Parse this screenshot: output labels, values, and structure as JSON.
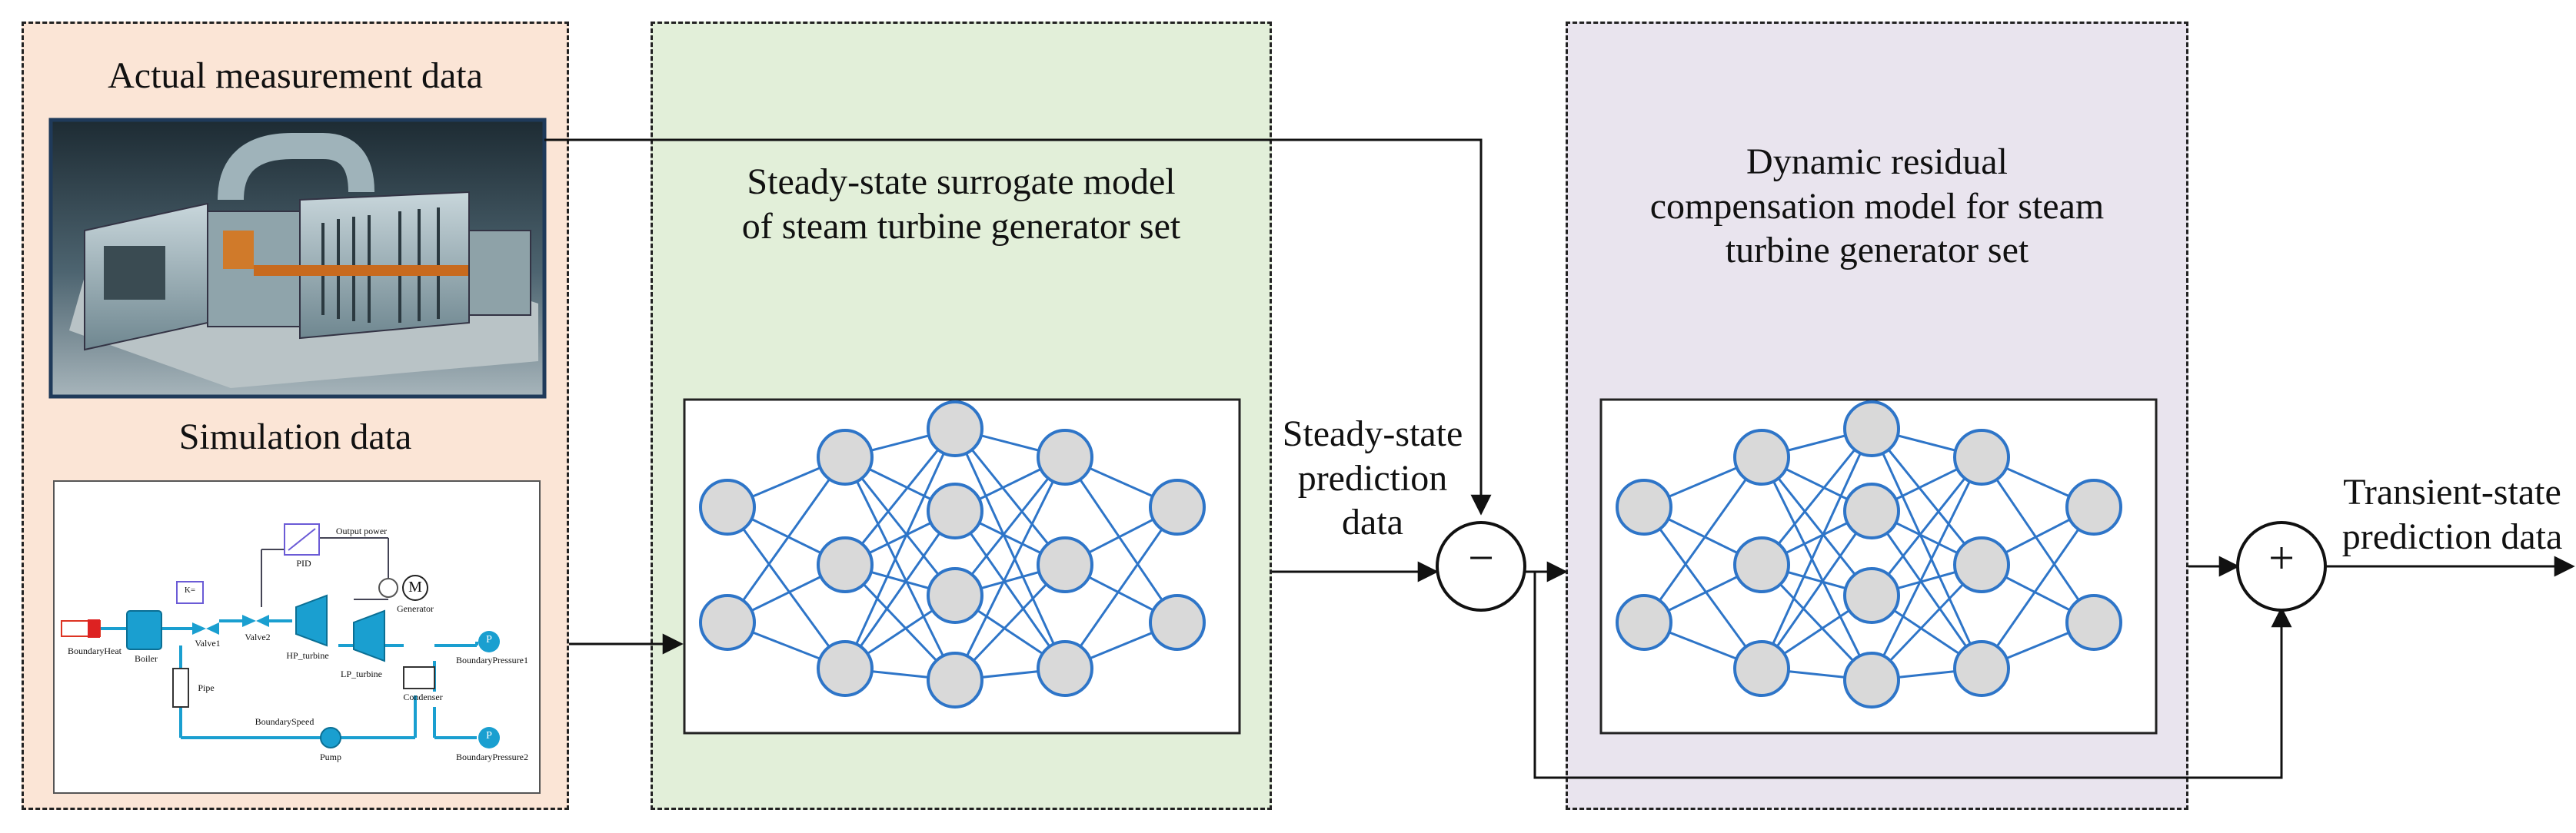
{
  "left_panel": {
    "title": "Actual measurement data",
    "subtitle": "Simulation data"
  },
  "middle_panel": {
    "title_line1": "Steady-state surrogate model",
    "title_line2": "of steam turbine generator set"
  },
  "right_panel": {
    "title_line1": "Dynamic residual",
    "title_line2": "compensation model for steam",
    "title_line3": "turbine generator set"
  },
  "steady_label": {
    "line1": "Steady-state",
    "line2": "prediction",
    "line3": "data"
  },
  "transient_label": {
    "line1": "Transient-state",
    "line2": "prediction data"
  },
  "operators": {
    "minus": "−",
    "plus": "+"
  },
  "simulation_schematic": {
    "labels": {
      "boundary_heat": "BoundaryHeat",
      "boiler": "Boiler",
      "valve1": "Valve1",
      "valve2": "Valve2",
      "hp_turbine": "HP_turbine",
      "lp_turbine": "LP_turbine",
      "generator": "Generator",
      "generator_symbol": "M",
      "pid": "PID",
      "output_power": "Output power",
      "k": "K=",
      "pipe": "Pipe",
      "condenser": "Condenser",
      "boundary_pressure1": "BoundaryPressure1",
      "boundary_pressure2": "BoundaryPressure2",
      "boundary_speed": "BoundarySpeed",
      "pump": "Pump",
      "p_symbol": "P"
    }
  },
  "colors": {
    "left_bg": "#fbe5d6",
    "mid_bg": "#e2efd9",
    "right_bg": "#e9e4ee",
    "node_fill": "#d9d9d9",
    "node_stroke": "#2e75c8",
    "edge": "#2e75c8"
  }
}
